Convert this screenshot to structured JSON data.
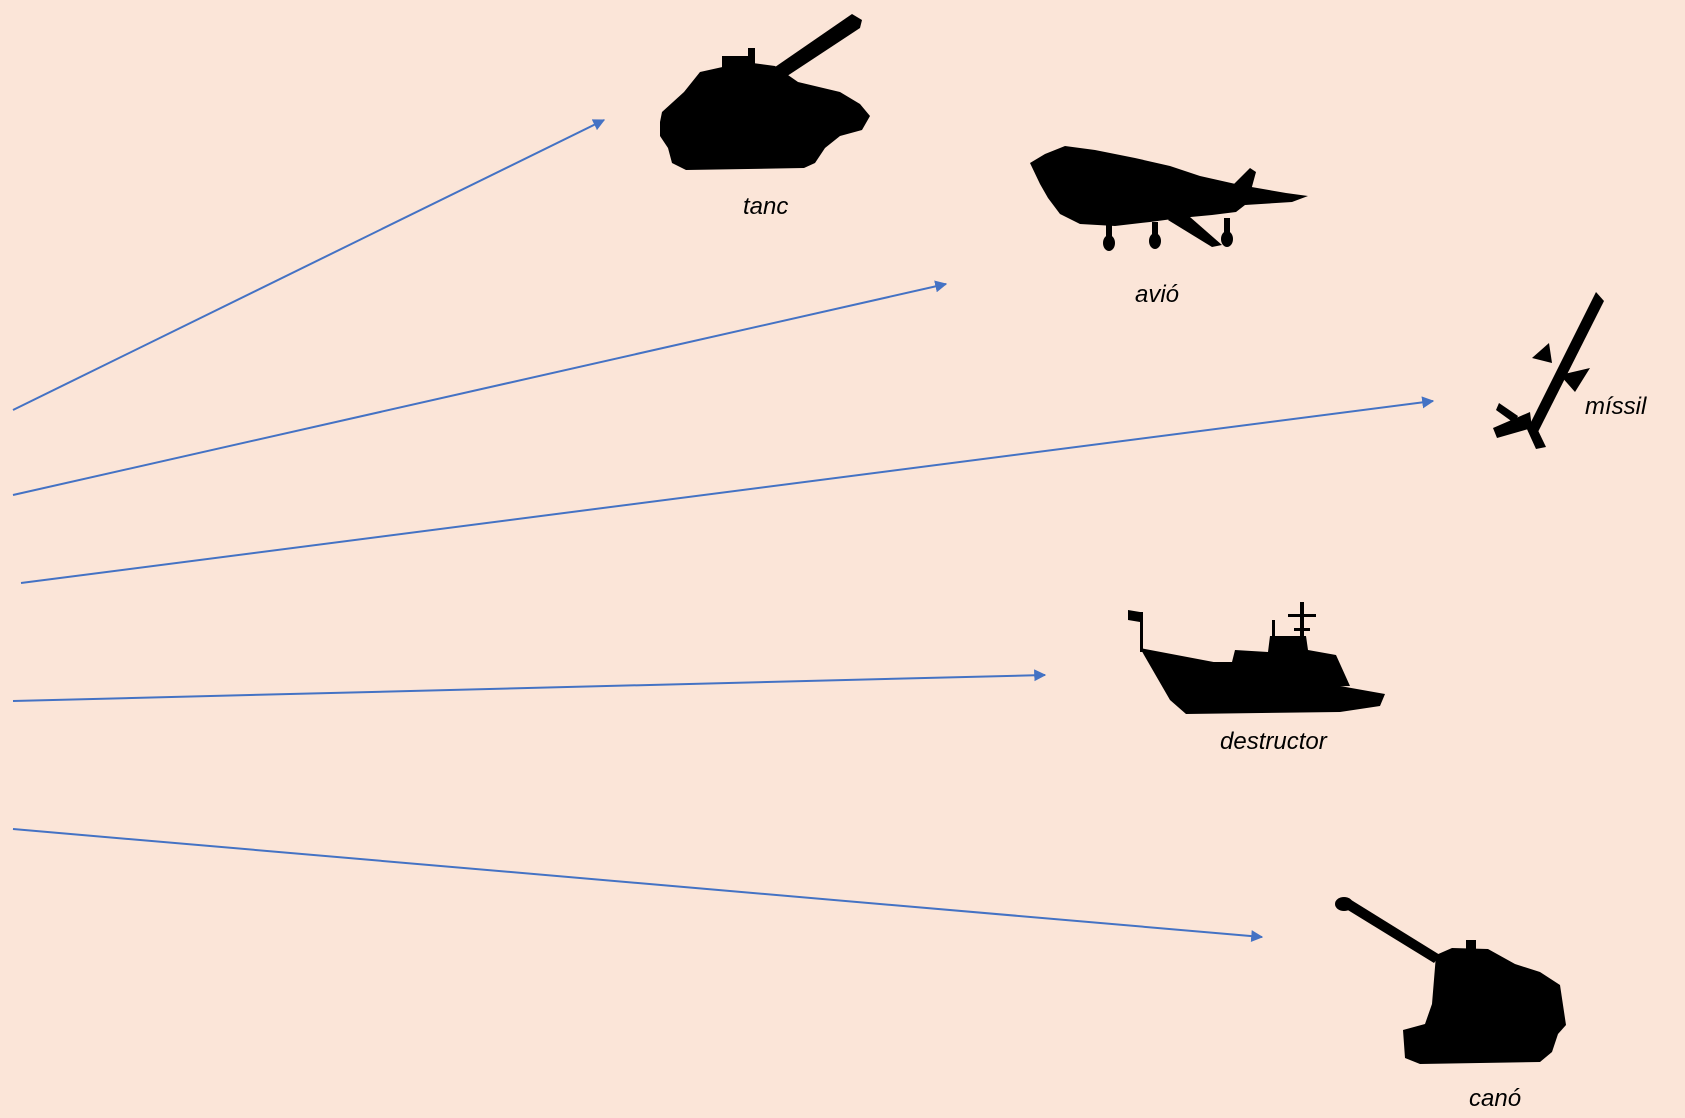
{
  "colors": {
    "background": "#fbe5d8",
    "arrow": "#4472c4",
    "silhouette": "#000000"
  },
  "labels": {
    "tank": "tanc",
    "plane": "avió",
    "missile": "míssil",
    "destroyer": "destructor",
    "cannon": "canó"
  },
  "icons": {
    "tank": "tank-silhouette-icon",
    "plane": "fighter-jet-silhouette-icon",
    "missile": "missile-silhouette-icon",
    "destroyer": "warship-silhouette-icon",
    "cannon": "self-propelled-howitzer-silhouette-icon"
  }
}
